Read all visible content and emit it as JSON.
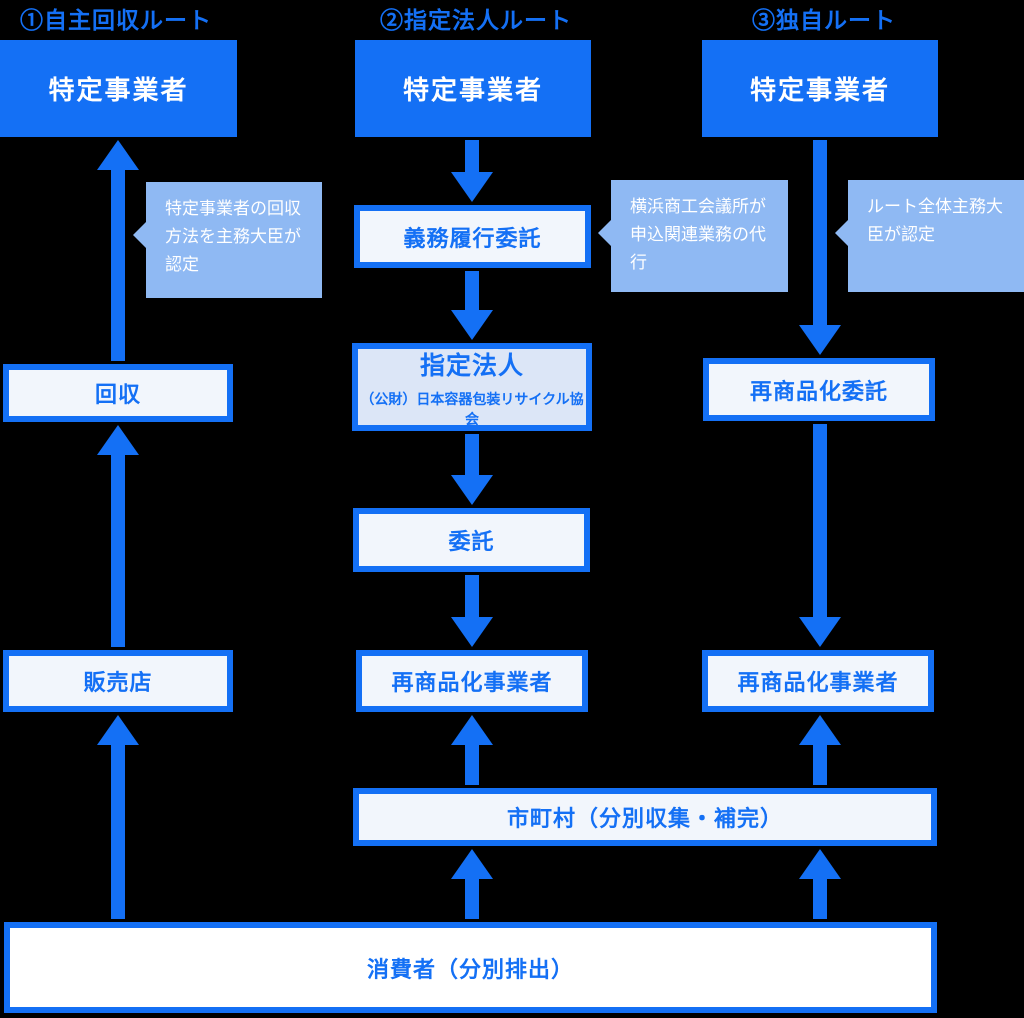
{
  "diagram": {
    "background_color": "#000000",
    "colors": {
      "primary_blue": "#1470f5",
      "callout_bg": "#8fb9f3",
      "outlined_box_bg": "#f2f6fc",
      "designated_box_bg": "#dce6f7",
      "consumer_box_bg": "#ffffff",
      "box_text_on_blue": "#ffffff"
    },
    "titles": {
      "route1": "①自主回収ルート",
      "route2": "②指定法人ルート",
      "route3": "③独自ルート"
    },
    "nodes": {
      "producer1": "特定事業者",
      "producer2": "特定事業者",
      "producer3": "特定事業者",
      "obligation_consignment": "義務履行委託",
      "collection": "回収",
      "designated_corp": "指定法人",
      "designated_corp_sub": "（公財）日本容器包装リサイクル協会",
      "recycling_consignment": "再商品化委託",
      "consignment": "委託",
      "retailer": "販売店",
      "recycler2": "再商品化事業者",
      "recycler3": "再商品化事業者",
      "municipality": "市町村（分別収集・補完）",
      "consumer": "消費者（分別排出）"
    },
    "callouts": {
      "minister_approval_collection": "特定事業者の回収方法を主務大臣が認定",
      "yokohama_cci": "横浜商工会議所が申込関連業務の代行",
      "minister_approval_route": "ルート全体主務大臣が認定"
    }
  }
}
